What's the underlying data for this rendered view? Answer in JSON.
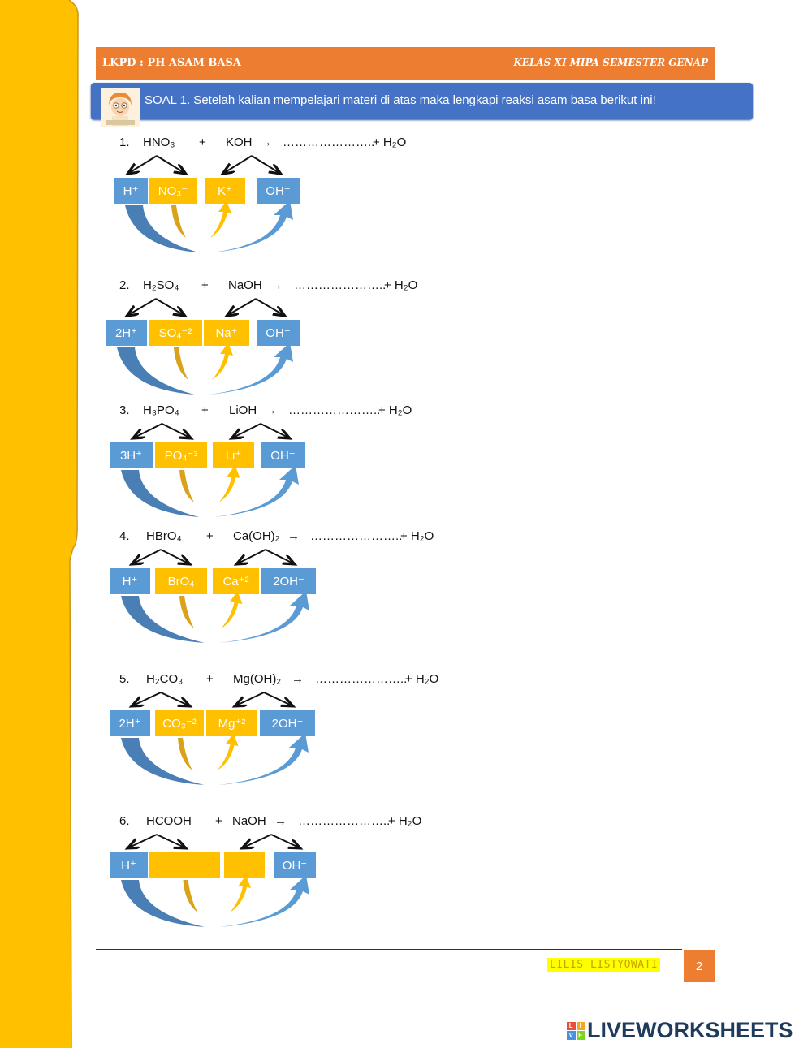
{
  "header": {
    "left": "LKPD : PH ASAM BASA",
    "right": "KELAS XI MIPA SEMESTER GENAP"
  },
  "banner": {
    "text": "SOAL 1. Setelah kalian mempelajari  materi di atas maka lengkapi reaksi asam basa berikut ini!"
  },
  "common": {
    "arrow": "→",
    "plus": "+",
    "blank": "…………………..",
    "water": "+ H₂O"
  },
  "problems": [
    {
      "num": "1.",
      "acid": "HNO₃",
      "base": "KOH",
      "b1": "H⁺",
      "b2": "NO₃⁻",
      "b3": "K⁺",
      "b4": "OH⁻"
    },
    {
      "num": "2.",
      "acid": "H₂SO₄",
      "base": "NaOH",
      "b1": "2H⁺",
      "b2": "SO₄⁻²",
      "b3": "Na⁺",
      "b4": "OH⁻"
    },
    {
      "num": "3.",
      "acid": "H₃PO₄",
      "base": "LiOH",
      "b1": "3H⁺",
      "b2": "PO₄⁻³",
      "b3": "Li⁺",
      "b4": "OH⁻"
    },
    {
      "num": "4.",
      "acid": "HBrO₄",
      "base": "Ca(OH)₂",
      "b1": "H⁺",
      "b2": "BrO₄",
      "b3": "Ca⁺²",
      "b4": "2OH⁻"
    },
    {
      "num": "5.",
      "acid": "H₂CO₃",
      "base": "Mg(OH)₂",
      "b1": "2H⁺",
      "b2": "CO₃⁻²",
      "b3": "Mg⁺²",
      "b4": "2OH⁻"
    },
    {
      "num": "6.",
      "acid": "HCOOH",
      "base": "NaOH",
      "b1": "H⁺",
      "b2": "",
      "b3": "",
      "b4": "OH⁻"
    }
  ],
  "footer": {
    "author": "LILIS LISTYOWATI",
    "page": "2"
  },
  "brand": {
    "name": "LIVEWORKSHEETS",
    "logo_letters": [
      "L",
      "I",
      "V",
      "E"
    ]
  },
  "colors": {
    "orange": "#ec7d31",
    "blue": "#5b9bd5",
    "gold": "#ffc000",
    "banner": "#4472c4",
    "sidebar": "#ffc000"
  }
}
